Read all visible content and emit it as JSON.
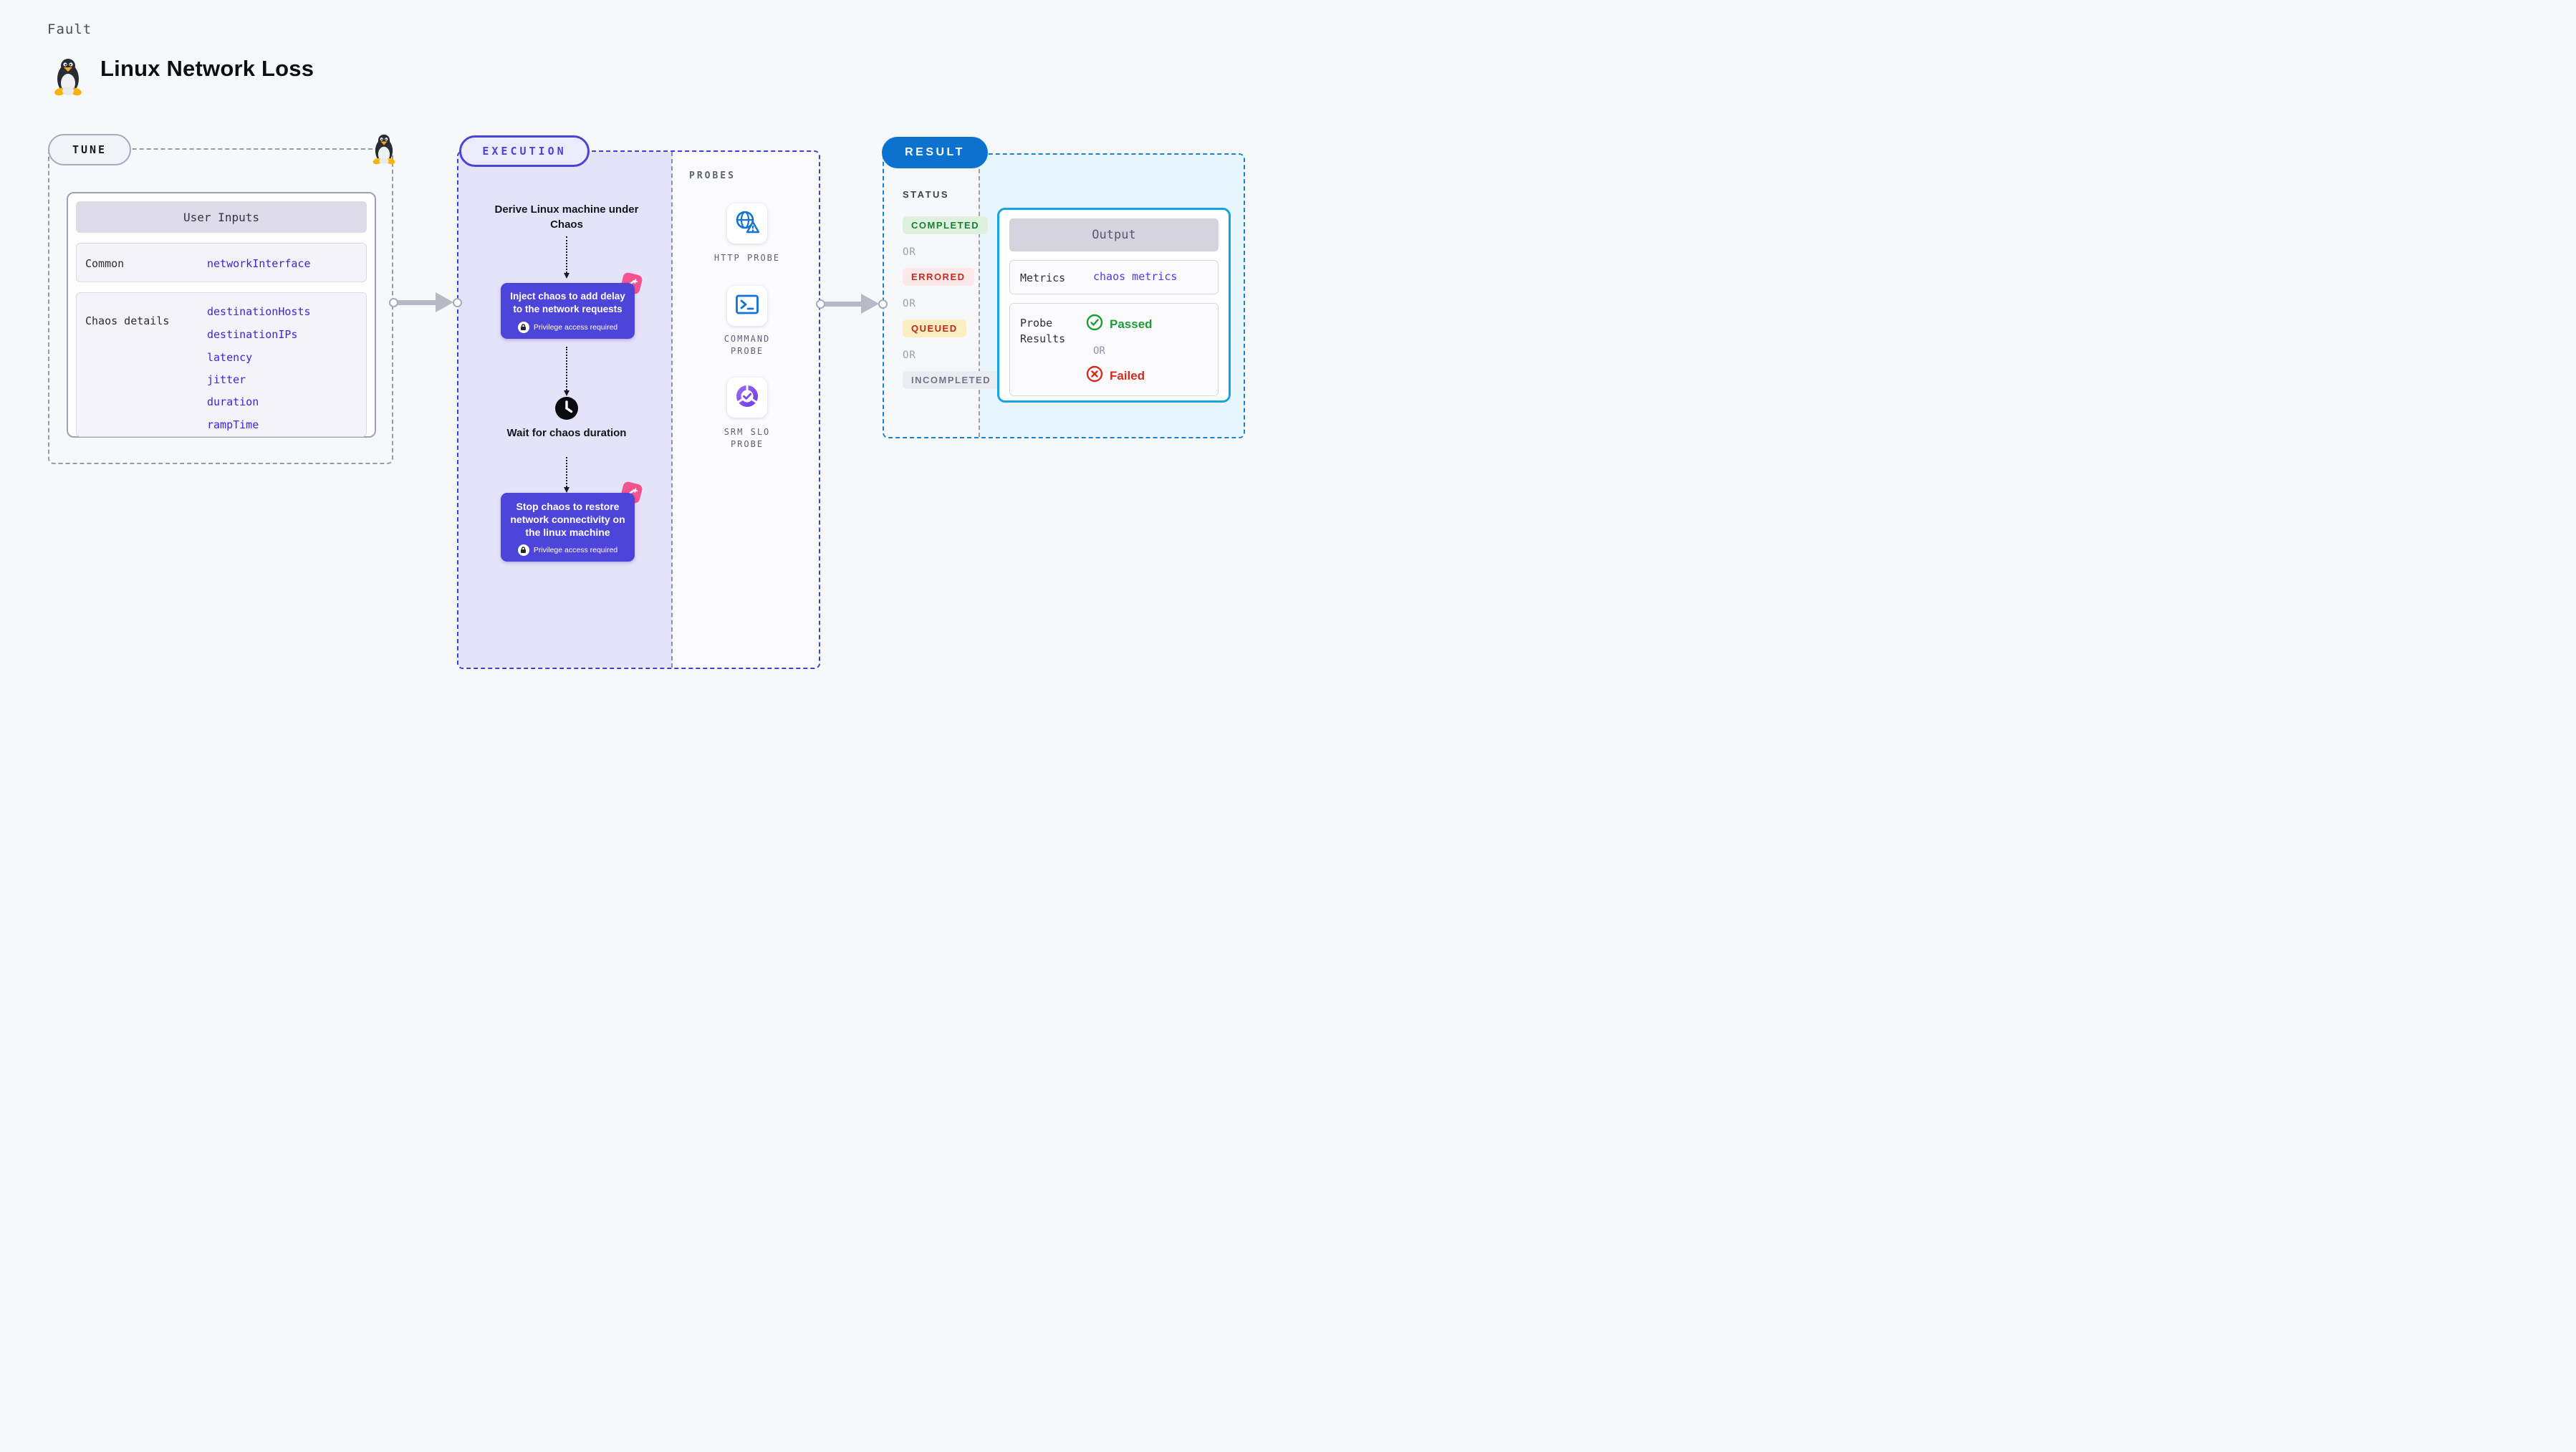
{
  "header": {
    "fault_label": "Fault",
    "title": "Linux Network Loss"
  },
  "tune": {
    "pill": "TUNE",
    "table": {
      "header": "User Inputs",
      "rows": [
        {
          "label": "Common",
          "params": [
            "networkInterface"
          ]
        },
        {
          "label": "Chaos details",
          "params": [
            "destinationHosts",
            "destinationIPs",
            "latency",
            "jitter",
            "duration",
            "rampTime"
          ]
        }
      ]
    }
  },
  "execution": {
    "pill": "EXECUTION",
    "derive_label": "Derive Linux machine under Chaos",
    "inject": {
      "label": "Inject chaos to add delay to the network requests",
      "privilege": "Privilege access required"
    },
    "wait_label": "Wait for chaos duration",
    "stop": {
      "label": "Stop chaos to restore network connectivity on the linux machine",
      "privilege": "Privilege access required"
    }
  },
  "probes": {
    "label": "PROBES",
    "items": [
      {
        "name": "HTTP PROBE",
        "icon": "globe-alert-icon"
      },
      {
        "name": "COMMAND PROBE",
        "icon": "terminal-icon"
      },
      {
        "name": "SRM SLO PROBE",
        "icon": "slo-donut-check-icon"
      }
    ]
  },
  "result": {
    "pill": "RESULT",
    "status_heading": "STATUS",
    "or_label": "OR",
    "statuses": [
      {
        "text": "COMPLETED",
        "type": "completed"
      },
      {
        "text": "ERRORED",
        "type": "errored"
      },
      {
        "text": "QUEUED",
        "type": "queued"
      },
      {
        "text": "INCOMPLETED",
        "type": "incompleted"
      }
    ],
    "output": {
      "header": "Output",
      "metrics_label": "Metrics",
      "metrics_value": "chaos metrics",
      "probe_results_label": "Probe Results",
      "passed_label": "Passed",
      "or_label": "OR",
      "failed_label": "Failed"
    }
  },
  "colors": {
    "page_bg": "#f7f8fa",
    "execution_accent": "#4a43d6",
    "execution_fill": "#e5e3fa",
    "node_bg": "#4d44d9",
    "sparkle_pink": "#f4538f",
    "result_accent": "#0b73cf",
    "result_fill": "#e7f6fd",
    "output_border": "#16a3e4",
    "param_blue": "#3728e0",
    "metrics_blue": "#4a3af0",
    "completed_green": "#1c7d35",
    "errored_red": "#c92a22",
    "queued_yellow_bg": "#faeec2",
    "incompleted_gray": "#70758c",
    "passed_green": "#1e9b35",
    "failed_red": "#d02d1e",
    "probe_icon_blue": "#1173d4",
    "arrow_gray": "#b7b9c6"
  }
}
